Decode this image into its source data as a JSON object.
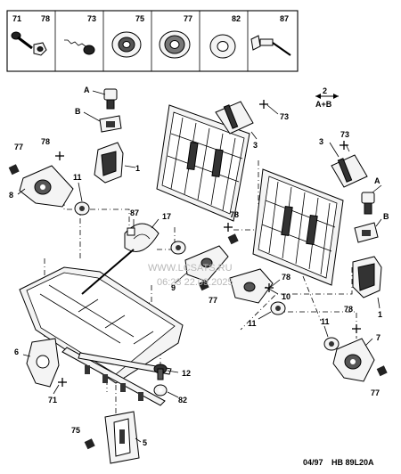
{
  "header_parts": [
    {
      "ref": "71",
      "sub": "78"
    },
    {
      "ref": "73"
    },
    {
      "ref": "75"
    },
    {
      "ref": "77"
    },
    {
      "ref": "82"
    },
    {
      "ref": "87"
    }
  ],
  "callouts": [
    "2",
    "A+B",
    "73",
    "3",
    "A",
    "B",
    "77",
    "78",
    "1",
    "8",
    "11",
    "87",
    "17",
    "78",
    "77",
    "9",
    "78",
    "10",
    "11",
    "73",
    "3",
    "A",
    "B",
    "1",
    "78",
    "7",
    "11",
    "77",
    "6",
    "71",
    "12",
    "82",
    "75",
    "5"
  ],
  "watermark": {
    "line1": "WWW.LCSATS.RU",
    "line2": "06:23 22.09.2025"
  },
  "footer": {
    "date": "04/97",
    "code": "HB 89L20A"
  }
}
